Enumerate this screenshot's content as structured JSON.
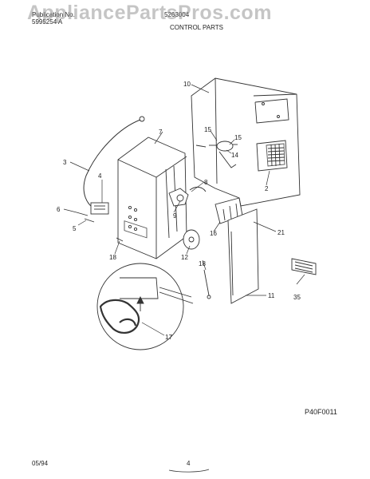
{
  "header": {
    "publication_label": "Publication No.",
    "publication_no": "5995254 A",
    "model": "5263004",
    "section_title": "CONTROL PARTS"
  },
  "watermark": "AppliancePartsPros.com",
  "callouts": [
    "10",
    "7",
    "15",
    "15",
    "14",
    "3",
    "4",
    "8",
    "2",
    "6",
    "9",
    "5",
    "16",
    "21",
    "12",
    "18",
    "18",
    "11",
    "35",
    "17"
  ],
  "figure_code": "P40F0011",
  "footer": {
    "date": "05/94",
    "page": "4"
  }
}
